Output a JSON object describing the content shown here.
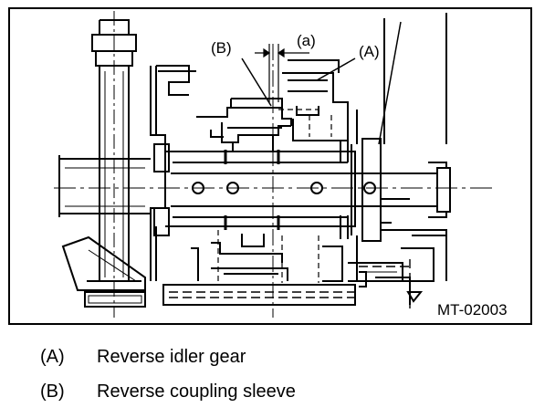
{
  "figure": {
    "callouts": {
      "a": "(a)",
      "A": "(A)",
      "B": "(B)"
    },
    "figure_code": "MT-02003"
  },
  "legend": [
    {
      "key": "(A)",
      "text": "Reverse idler gear"
    },
    {
      "key": "(B)",
      "text": "Reverse coupling sleeve"
    }
  ]
}
